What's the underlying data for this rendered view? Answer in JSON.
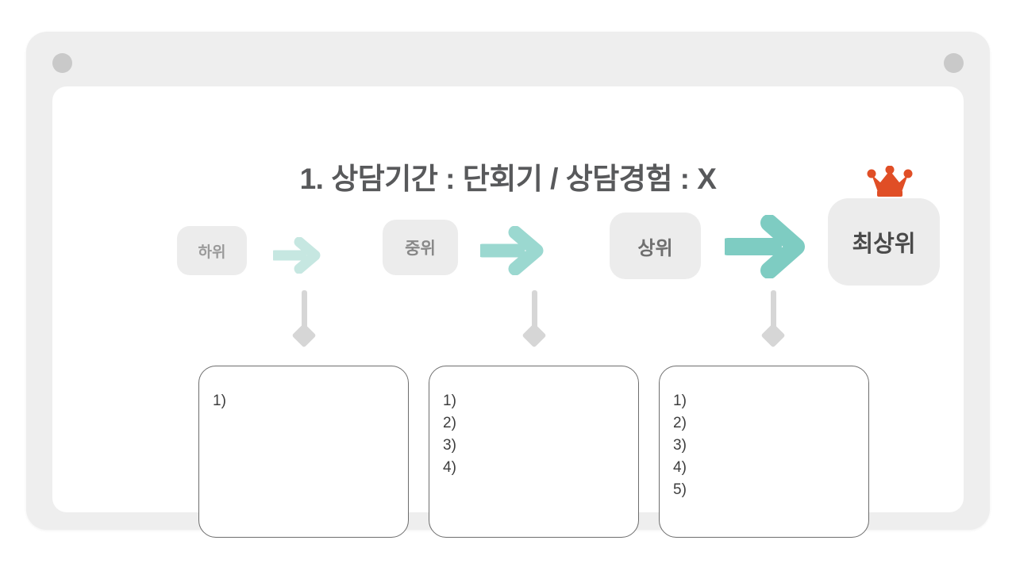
{
  "device": {
    "dot_left_name": "camera-dot",
    "dot_right_name": "sensor-dot"
  },
  "slide": {
    "title": "1. 상담기간 : 단회기 / 상담경험 : X"
  },
  "levels": [
    {
      "label": "하위",
      "id": "low"
    },
    {
      "label": "중위",
      "id": "mid"
    },
    {
      "label": "상위",
      "id": "high"
    },
    {
      "label": "최상위",
      "id": "top"
    }
  ],
  "crown": {
    "name": "crown-icon",
    "color": "#E04E26"
  },
  "arrows": [
    {
      "color": "#C6E7E1",
      "name": "arrow-low-to-mid"
    },
    {
      "color": "#9BD8D0",
      "name": "arrow-mid-to-high"
    },
    {
      "color": "#7ECCC2",
      "name": "arrow-high-to-top"
    }
  ],
  "connectors": [
    {
      "color": "#D6D6D6"
    },
    {
      "color": "#D6D6D6"
    },
    {
      "color": "#D6D6D6"
    }
  ],
  "content_boxes": [
    {
      "items": [
        "1)"
      ]
    },
    {
      "items": [
        "1)",
        "2)",
        "3)",
        "4)"
      ]
    },
    {
      "items": [
        "1)",
        "2)",
        "3)",
        "4)",
        "5)"
      ]
    }
  ],
  "colors": {
    "frame": "#EEEEEE",
    "chip": "#ECECEC",
    "title_text": "#58595B",
    "box_border": "#6D6D6D"
  }
}
